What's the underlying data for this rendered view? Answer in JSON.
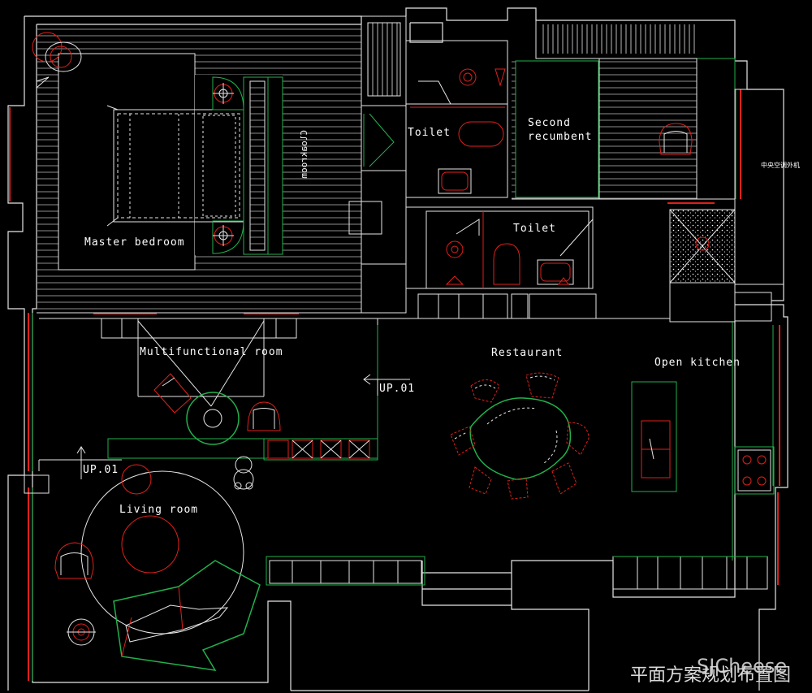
{
  "plan": {
    "rooms": {
      "master_bedroom": "Master bedroom",
      "closet_mirrored": "Cloakroom",
      "toilet_upper": "Toilet",
      "toilet_lower": "Toilet",
      "second_line1": "Second",
      "second_line2": "recumbent",
      "ac_unit": "中央空调外机",
      "multifunctional": "Multifunctional room",
      "restaurant": "Restaurant",
      "open_kitchen": "Open kitchen",
      "living_room": "Living room"
    },
    "stairs": {
      "up_right": "UP.01",
      "up_left": "UP.01"
    }
  },
  "watermark": {
    "brand": "SJCheese",
    "title": "平面方案规划布置图"
  },
  "colors": {
    "background": "#000000",
    "wall": "#e6e6e6",
    "furniture_green": "#22b14c",
    "furniture_red": "#e0201b",
    "hatch": "#8c8c8c"
  }
}
